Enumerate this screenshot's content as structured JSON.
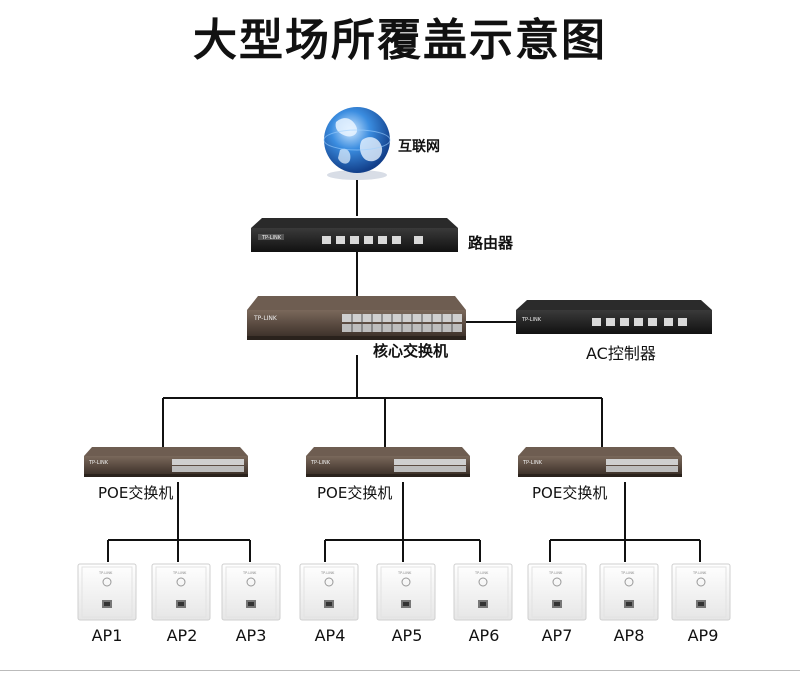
{
  "title": "大型场所覆盖示意图",
  "nodes": {
    "internet": "互联网",
    "router": "路由器",
    "core_switch": "核心交换机",
    "ac_controller": "AC控制器",
    "poe_switches": [
      "POE交换机",
      "POE交换机",
      "POE交换机"
    ],
    "access_points": [
      "AP1",
      "AP2",
      "AP3",
      "AP4",
      "AP5",
      "AP6",
      "AP7",
      "AP8",
      "AP9"
    ]
  },
  "device_brand": "TP-LINK",
  "colors": {
    "line": "#111111",
    "globe": "#2f7fd6",
    "device_dark": "#1c1c1c",
    "switch_body": "#5a4a3f",
    "panel": "#f4f4f4"
  },
  "icons": [
    "globe-icon",
    "router-icon",
    "switch-icon",
    "ac-controller-icon",
    "poe-switch-icon",
    "wall-ap-icon"
  ]
}
